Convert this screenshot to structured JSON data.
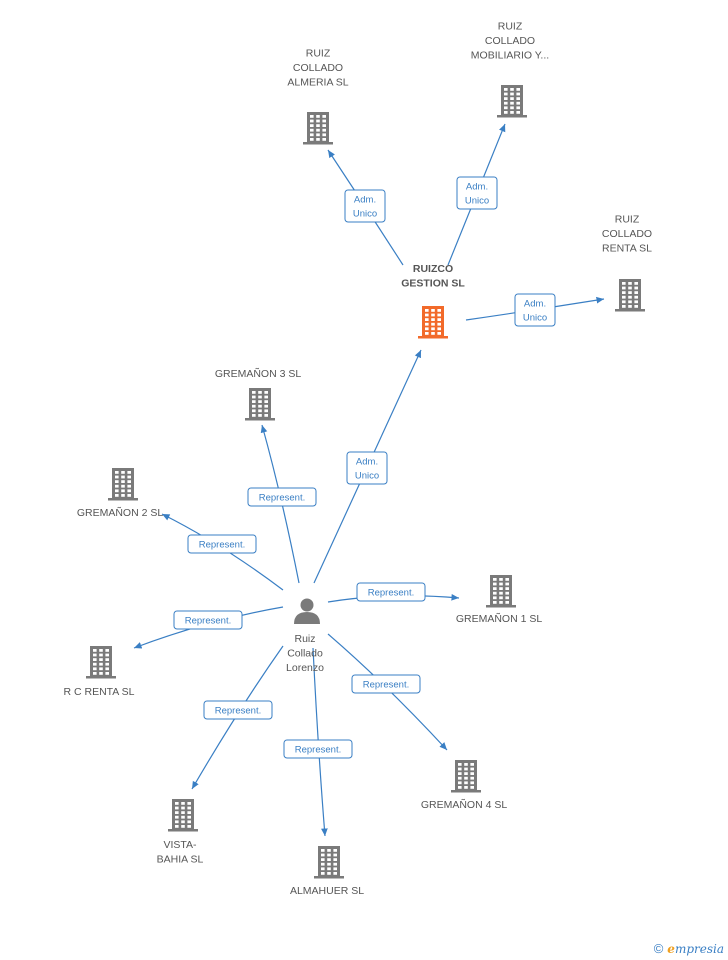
{
  "colors": {
    "edge": "#3a7fc4",
    "company": "#7a7a7a",
    "highlight_company": "#f26a2a",
    "person": "#7a7a7a"
  },
  "nodes": [
    {
      "id": "ruizco",
      "type": "company",
      "highlight": true,
      "lines": [
        "RUIZCO",
        "GESTION SL"
      ]
    },
    {
      "id": "almeria",
      "type": "company",
      "lines": [
        "RUIZ",
        "COLLADO",
        "ALMERIA SL"
      ]
    },
    {
      "id": "mobiliario",
      "type": "company",
      "lines": [
        "RUIZ",
        "COLLADO",
        "MOBILIARIO Y..."
      ]
    },
    {
      "id": "renta",
      "type": "company",
      "lines": [
        "RUIZ",
        "COLLADO",
        "RENTA SL"
      ]
    },
    {
      "id": "gremanon3",
      "type": "company",
      "lines": [
        "GREMAÑON 3 SL"
      ]
    },
    {
      "id": "gremanon2",
      "type": "company",
      "lines": [
        "GREMAÑON 2 SL"
      ]
    },
    {
      "id": "gremanon1",
      "type": "company",
      "lines": [
        "GREMAÑON 1 SL"
      ]
    },
    {
      "id": "rcrenta",
      "type": "company",
      "lines": [
        "R C RENTA SL"
      ]
    },
    {
      "id": "gremanon4",
      "type": "company",
      "lines": [
        "GREMAÑON 4 SL"
      ]
    },
    {
      "id": "vistabahia",
      "type": "company",
      "lines": [
        "VISTA-",
        "BAHIA SL"
      ]
    },
    {
      "id": "almahuer",
      "type": "company",
      "lines": [
        "ALMAHUER SL"
      ]
    },
    {
      "id": "person",
      "type": "person",
      "lines": [
        "Ruiz",
        "Collado",
        "Lorenzo"
      ]
    }
  ],
  "edges": [
    {
      "from": "ruizco",
      "to": "almeria",
      "label": [
        "Adm.",
        "Unico"
      ]
    },
    {
      "from": "ruizco",
      "to": "mobiliario",
      "label": [
        "Adm.",
        "Unico"
      ]
    },
    {
      "from": "ruizco",
      "to": "renta",
      "label": [
        "Adm.",
        "Unico"
      ]
    },
    {
      "from": "person",
      "to": "ruizco",
      "label": [
        "Adm.",
        "Unico"
      ]
    },
    {
      "from": "person",
      "to": "gremanon3",
      "label": [
        "Represent."
      ]
    },
    {
      "from": "person",
      "to": "gremanon2",
      "label": [
        "Represent."
      ]
    },
    {
      "from": "person",
      "to": "gremanon1",
      "label": [
        "Represent."
      ]
    },
    {
      "from": "person",
      "to": "rcrenta",
      "label": [
        "Represent."
      ]
    },
    {
      "from": "person",
      "to": "gremanon4",
      "label": [
        "Represent."
      ]
    },
    {
      "from": "person",
      "to": "vistabahia",
      "label": [
        "Represent."
      ]
    },
    {
      "from": "person",
      "to": "almahuer",
      "label": [
        "Represent."
      ]
    }
  ],
  "footer": {
    "copyright": "©",
    "brand_initial": "e",
    "brand_rest": "mpresia"
  }
}
